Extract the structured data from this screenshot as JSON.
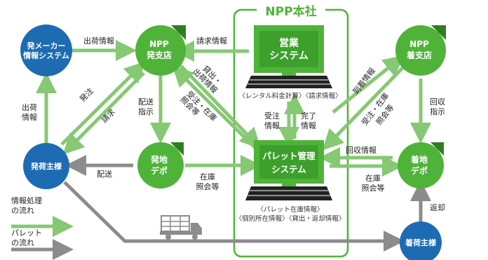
{
  "hq": {
    "title": "NPP本社"
  },
  "nodes": {
    "maker": {
      "line1": "発メーカー",
      "line2": "情報システム"
    },
    "npp_origin_branch": {
      "line1": "NPP",
      "line2": "発支店"
    },
    "npp_dest_branch": {
      "line1": "NPP",
      "line2": "着支店"
    },
    "shipper": {
      "label": "発荷主様"
    },
    "receiver": {
      "label": "着荷主様"
    },
    "origin_depot": {
      "line1": "発地",
      "line2": "デポ"
    },
    "dest_depot": {
      "line1": "着地",
      "line2": "デポ"
    }
  },
  "systems": {
    "sales": {
      "line1": "営業",
      "line2": "システム",
      "caption": "〈レンタル料金計算〉〈請求情報〉"
    },
    "pallet": {
      "line1": "パレット管理",
      "line2": "システム",
      "caption1": "〈パレット在庫情報〉",
      "caption2": "〈個別所在情報〉〈貸出・返却情報〉"
    }
  },
  "flow_labels": {
    "shipment_info_top": "出荷情報",
    "billing_info": "請求情報",
    "arrival_info": "到着情報",
    "shipment_info_left_1": "出荷",
    "shipment_info_left_2": "情報",
    "order": "発注",
    "invoice": "請求",
    "dispatch_instr_1": "配送",
    "dispatch_instr_2": "指示",
    "lend_1": "貸出・",
    "lend_2": "出荷情報",
    "order_stock_1": "受注・在庫",
    "order_stock_2": "照会等",
    "order_received_1": "受注",
    "order_received_2": "情報",
    "completion_1": "完了",
    "completion_2": "情報",
    "order_stock_right_1": "受注・在庫",
    "order_stock_right_2": "照会等",
    "collect_instr_1": "回収",
    "collect_instr_2": "指示",
    "delivery": "配送",
    "stock_inquiry_1": "在庫",
    "stock_inquiry_2": "照会等",
    "collection_info": "回収情報",
    "stock_inquiry_right_1": "在庫",
    "stock_inquiry_right_2": "照会等",
    "return": "返却"
  },
  "legend": {
    "info_1": "情報処理",
    "info_2": "の流れ",
    "pallet_1": "パレット",
    "pallet_2": "の流れ"
  },
  "colors": {
    "blue": "#1d6bb3",
    "green": "#4fb33a",
    "light_green": "#86c873",
    "gray": "#8c8c8c"
  }
}
